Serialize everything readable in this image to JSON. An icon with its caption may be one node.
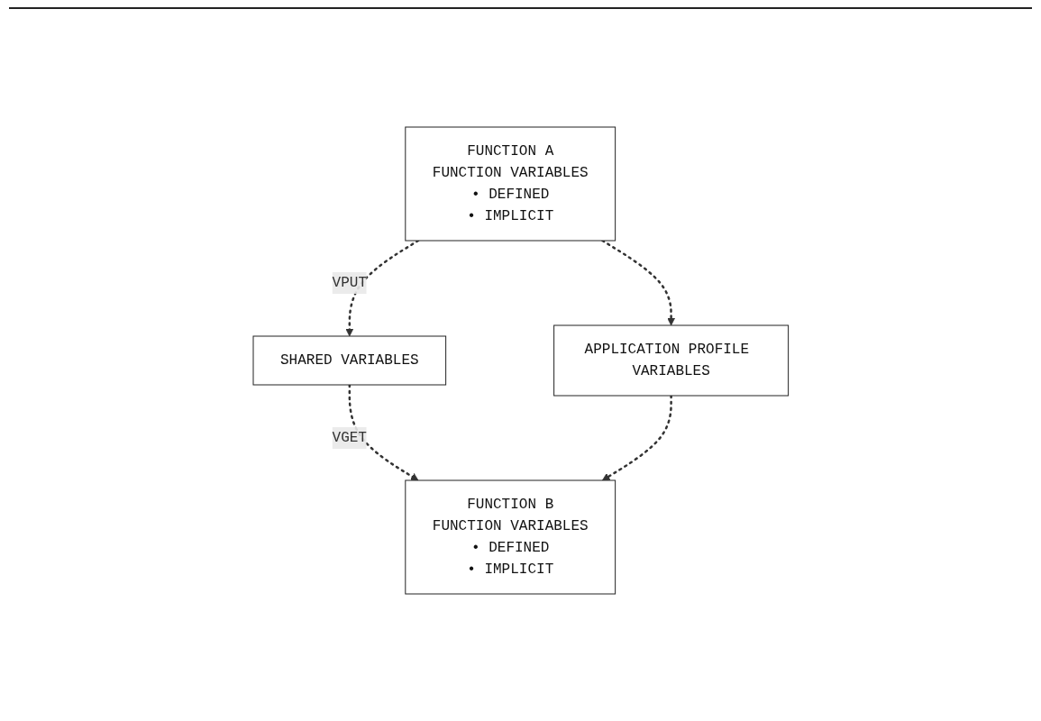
{
  "diagram": {
    "nodes": [
      {
        "text": [
          "FUNCTION A",
          "FUNCTION VARIABLES",
          "• DEFINED",
          "• IMPLICIT"
        ]
      },
      {
        "text": [
          "FUNCTION B",
          "FUNCTION VARIABLES",
          "• DEFINED",
          "• IMPLICIT"
        ]
      },
      {
        "text": [
          "SHARED VARIABLES"
        ]
      },
      {
        "text": [
          "APPLICATION PROFILE VARIABLES"
        ]
      }
    ],
    "edges": [
      {
        "from": 0,
        "to": 2,
        "arrow": "to",
        "style": "dashed",
        "label": "VPUT"
      },
      {
        "from": 0,
        "to": 3,
        "arrow": "to",
        "style": "dashed"
      },
      {
        "from": 2,
        "to": 1,
        "arrow": "to",
        "style": "dashed",
        "label": "VGET"
      },
      {
        "from": 3,
        "to": 1,
        "arrow": "to",
        "style": "dashed"
      }
    ]
  }
}
